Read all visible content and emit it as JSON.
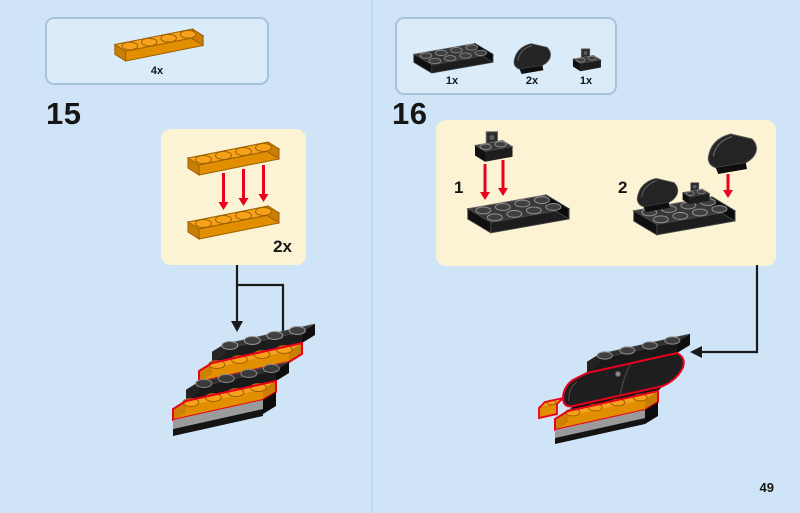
{
  "page": {
    "number": "49"
  },
  "colors": {
    "background": "#cfe4f6",
    "callout_fill": "#daecfa",
    "callout_border": "#a7c3d8",
    "substep_fill": "#fbf3d4",
    "accent_red": "#e8001d",
    "brick_orange": "#f7a21a",
    "brick_black": "#2e2e2e",
    "arrow_black": "#1a1a1a"
  },
  "step15": {
    "number": "15",
    "parts_callout": {
      "parts": [
        {
          "icon": "plate-1x4-orange-icon",
          "qty": "4x"
        }
      ]
    },
    "substep": {
      "repeat_qty": "2x"
    }
  },
  "step16": {
    "number": "16",
    "parts_callout": {
      "parts": [
        {
          "icon": "plate-2x4-black-icon",
          "qty": "1x"
        },
        {
          "icon": "slope-curved-2x2-black-icon",
          "qty": "2x"
        },
        {
          "icon": "plate-1x2-clip-black-icon",
          "qty": "1x"
        }
      ]
    },
    "substeps": [
      {
        "label": "1"
      },
      {
        "label": "2"
      }
    ]
  }
}
